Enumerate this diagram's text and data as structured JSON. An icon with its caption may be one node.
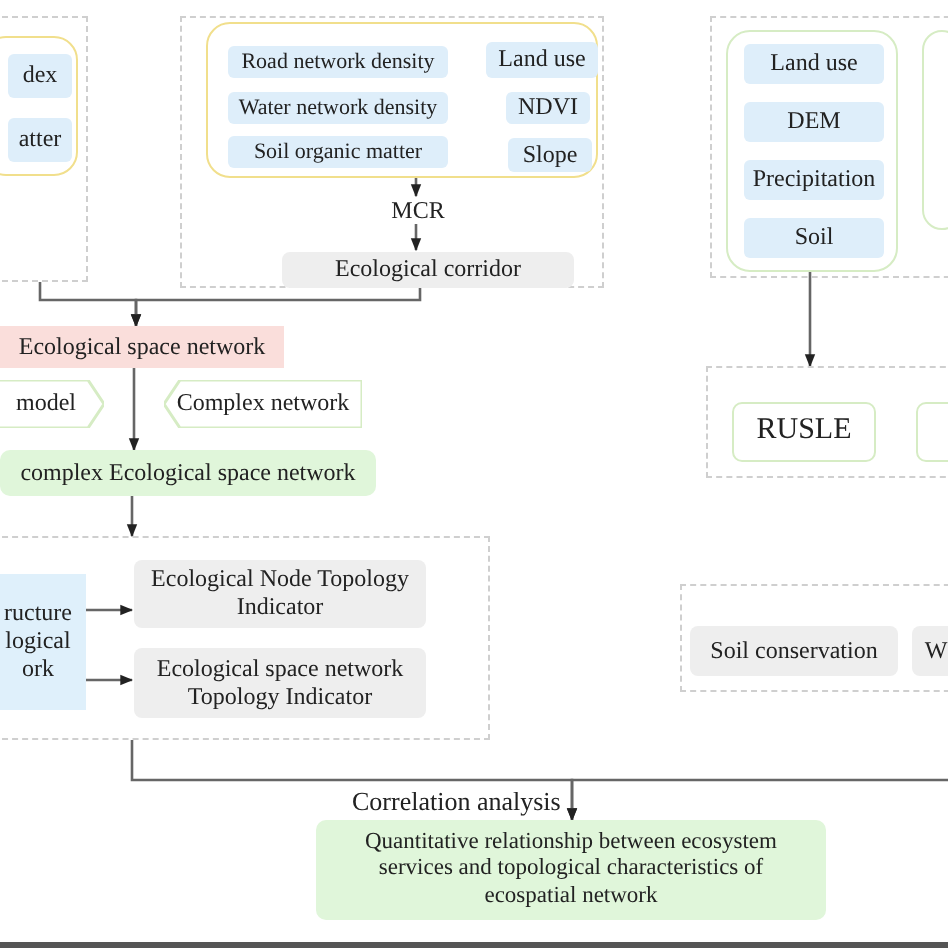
{
  "diagram": {
    "nodes": [
      {
        "text": [],
        "shape": "box"
      },
      {
        "text": [],
        "shape": "box",
        "in": 0
      },
      {
        "text": [
          "dex"
        ],
        "in": 1
      },
      {
        "text": [
          "atter"
        ],
        "in": 1
      },
      {
        "text": [],
        "shape": "box"
      },
      {
        "text": [],
        "shape": "box",
        "in": 4
      },
      {
        "text": [
          "Road network density"
        ],
        "in": 5
      },
      {
        "text": [
          "Water network density"
        ],
        "in": 5
      },
      {
        "text": [
          "Soil organic matter"
        ],
        "in": 5
      },
      {
        "text": [
          "Land use"
        ],
        "in": 5
      },
      {
        "text": [
          "NDVI"
        ],
        "in": 5
      },
      {
        "text": [
          "Slope"
        ],
        "in": 5
      },
      {
        "text": [
          "MCR"
        ],
        "in": 4
      },
      {
        "text": [
          "Ecological corridor"
        ],
        "in": 4
      },
      {
        "text": [],
        "shape": "box"
      },
      {
        "text": [],
        "shape": "box",
        "in": 14
      },
      {
        "text": [
          "Land use"
        ],
        "in": 15
      },
      {
        "text": [
          "DEM"
        ],
        "in": 15
      },
      {
        "text": [
          "Precipitation"
        ],
        "in": 15
      },
      {
        "text": [
          "Soil"
        ],
        "in": 15
      },
      {
        "text": [],
        "shape": "box",
        "in": 14
      },
      {
        "text": [],
        "shape": "box"
      },
      {
        "text": [
          "RUSLE"
        ],
        "in": 21
      },
      {
        "text": [],
        "shape": "box",
        "in": 21
      },
      {
        "text": [
          "Ecological space network"
        ]
      },
      {
        "text": [
          "model"
        ]
      },
      {
        "text": [
          "Complex network"
        ]
      },
      {
        "text": [
          "complex Ecological space network"
        ]
      },
      {
        "text": [],
        "shape": "box"
      },
      {
        "text": [
          "ructure logical ork"
        ],
        "in": 28
      },
      {
        "text": [
          "Ecological Node Topology Indicator"
        ],
        "in": 28
      },
      {
        "text": [
          "Ecological space network Topology Indicator"
        ],
        "in": 28
      },
      {
        "text": [],
        "shape": "box"
      },
      {
        "text": [
          "Soil conservation"
        ],
        "in": 32
      },
      {
        "text": [
          "W"
        ],
        "in": 32
      },
      {
        "text": [
          "Quantitative relationship between ecosystem services and topological characteristics of ecospatial network"
        ]
      }
    ],
    "edges": [
      {
        "from": 0,
        "to": 24,
        "arrow": "to"
      },
      {
        "from": 13,
        "to": 24,
        "arrow": "to"
      },
      {
        "from": 5,
        "to": 12,
        "arrow": "to"
      },
      {
        "from": 12,
        "to": 13,
        "arrow": "to"
      },
      {
        "from": 15,
        "to": 21,
        "arrow": "to"
      },
      {
        "from": 24,
        "to": 27,
        "arrow": "to"
      },
      {
        "from": 27,
        "to": 28,
        "arrow": "to"
      },
      {
        "from": 29,
        "to": 30,
        "arrow": "to"
      },
      {
        "from": 29,
        "to": 31,
        "arrow": "to"
      },
      {
        "from": 28,
        "to": 35,
        "arrow": "to",
        "label": "Correlation analysis"
      },
      {
        "from": null,
        "to": 35,
        "arrow": "to"
      }
    ]
  }
}
